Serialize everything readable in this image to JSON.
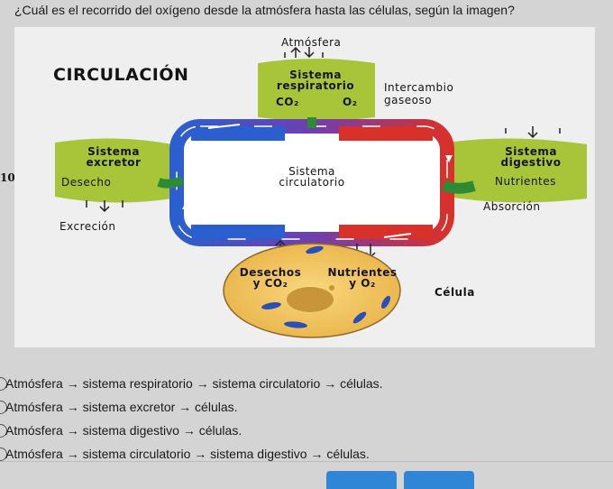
{
  "question": "¿Cuál es el recorrido del oxígeno desde la atmósfera hasta las células, según la imagen?",
  "side_number": "10",
  "figure": {
    "title": "CIRCULACIÓN",
    "atmosfera": "Atmósfera",
    "sistema_respiratorio": [
      "Sistema",
      "respiratorio"
    ],
    "co2": "CO₂",
    "o2": "O₂",
    "intercambio": [
      "Intercambio",
      "gaseoso"
    ],
    "sistema_excretor": [
      "Sistema",
      "excretor"
    ],
    "desecho": "Desecho",
    "excrecion": "Excreción",
    "sistema_circulatorio": [
      "Sistema",
      "circulatorio"
    ],
    "sistema_digestivo": [
      "Sistema",
      "digestivo"
    ],
    "nutrientes": "Nutrientes",
    "absorcion": "Absorción",
    "desechos": [
      "Desechos",
      "y CO₂"
    ],
    "nutrientes_o2": [
      "Nutrientes",
      "y O₂"
    ],
    "celula": "Célula",
    "colors": {
      "red": "#d8312c",
      "blue": "#2b5fcf",
      "green": "#2f8a36",
      "lime": "#a8c53a",
      "cell": "#f2c25a"
    }
  },
  "options": [
    "Atmósfera → sistema respiratorio → sistema circulatorio → células.",
    "Atmósfera → sistema excretor → células.",
    "Atmósfera → sistema digestivo → células.",
    "Atmósfera → sistema circulatorio → sistema digestivo → células."
  ],
  "buttons": [
    "",
    ""
  ]
}
